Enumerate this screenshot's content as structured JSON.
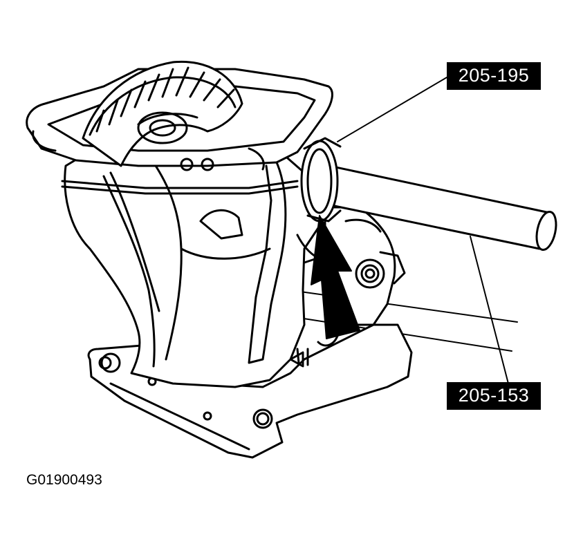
{
  "callouts": {
    "tool_upper": "205-195",
    "tool_lower": "205-153"
  },
  "figure_id": "G01900493",
  "colors": {
    "ink": "#000000",
    "paper": "#ffffff"
  },
  "icons": {
    "arrow": "force-arrow-icon"
  }
}
